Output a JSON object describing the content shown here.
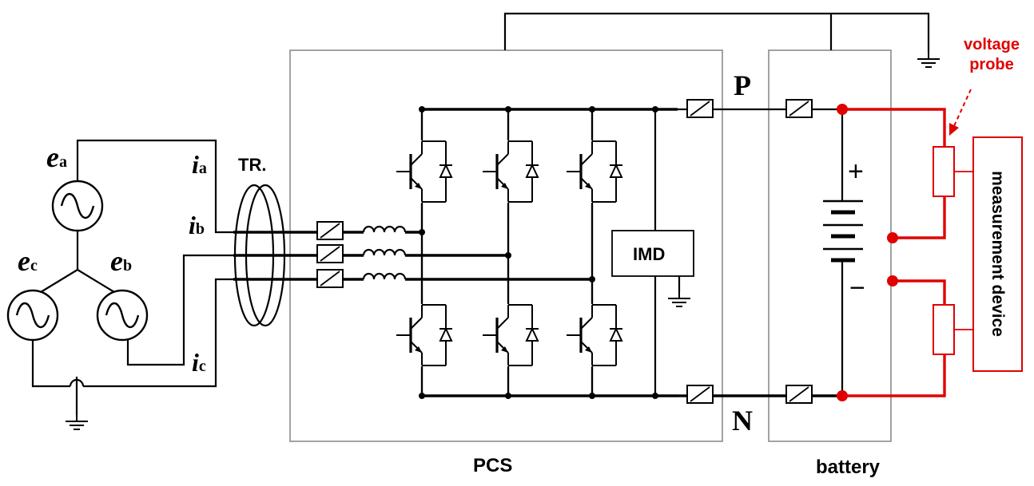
{
  "labels": {
    "tr": "TR.",
    "pcs": "PCS",
    "battery": "battery",
    "imd": "IMD",
    "p": "P",
    "n": "N",
    "plus": "+",
    "minus": "−",
    "voltage_probe_line1": "voltage",
    "voltage_probe_line2": "probe",
    "measurement_device": "measurement device"
  },
  "sources": [
    {
      "sym": "e",
      "sub": "a"
    },
    {
      "sym": "e",
      "sub": "b"
    },
    {
      "sym": "e",
      "sub": "c"
    }
  ],
  "currents": [
    {
      "sym": "i",
      "sub": "a"
    },
    {
      "sym": "i",
      "sub": "b"
    },
    {
      "sym": "i",
      "sub": "c"
    }
  ],
  "colors": {
    "line": "#000000",
    "box": "#8a8a8a",
    "highlight": "#e00000"
  }
}
